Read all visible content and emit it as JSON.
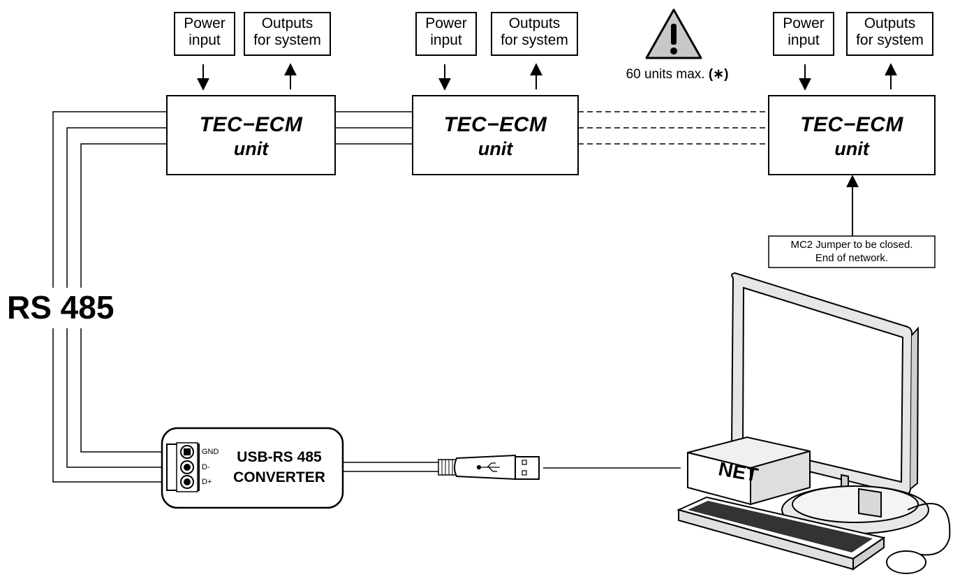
{
  "blocks": {
    "power_input": "Power\ninput",
    "outputs": "Outputs\nfor system"
  },
  "units": [
    {
      "title": "TEC−ECM",
      "subtitle": "unit"
    },
    {
      "title": "TEC−ECM",
      "subtitle": "unit"
    },
    {
      "title": "TEC−ECM",
      "subtitle": "unit"
    }
  ],
  "warning": {
    "text": "60 units max.",
    "mark": "(∗)"
  },
  "bus_label": "RS 485",
  "converter": {
    "line1": "USB-RS 485",
    "line2": "CONVERTER",
    "pins": [
      "GND",
      "D-",
      "D+"
    ]
  },
  "jumper_note": {
    "line1": "MC2 Jumper to be closed.",
    "line2": "End of network."
  },
  "computer": {
    "label": "NET"
  }
}
